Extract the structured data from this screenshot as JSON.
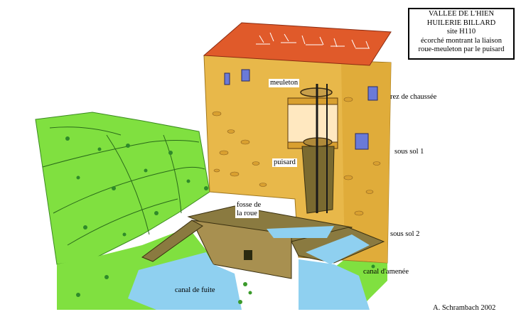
{
  "title_box": {
    "line1": "VALLEE DE L'HIEN",
    "line2": "HUILERIE BILLARD",
    "line3": "site H110",
    "line4": "écorché montrant la liaison",
    "line5": "roue-meuleton par le puisard"
  },
  "labels": {
    "meuleton": "meuleton",
    "puisard": "puisard",
    "fosse_line1": "fosse de",
    "fosse_line2": "la roue",
    "rez_de_chaussee": "rez de chaussée",
    "sous_sol_1": "sous sol 1",
    "sous_sol_2": "sous sol 2",
    "canal_amenee": "canal d'amenée",
    "canal_fuite": "canal de fuite"
  },
  "credit": "A. Schrambach 2002",
  "colors": {
    "grass": "#80e040",
    "grass_dark": "#3a9a2a",
    "wall": "#e8b84a",
    "roof": "#e05a2a",
    "water": "#8fd0f0",
    "channel": "#8a7a40"
  }
}
